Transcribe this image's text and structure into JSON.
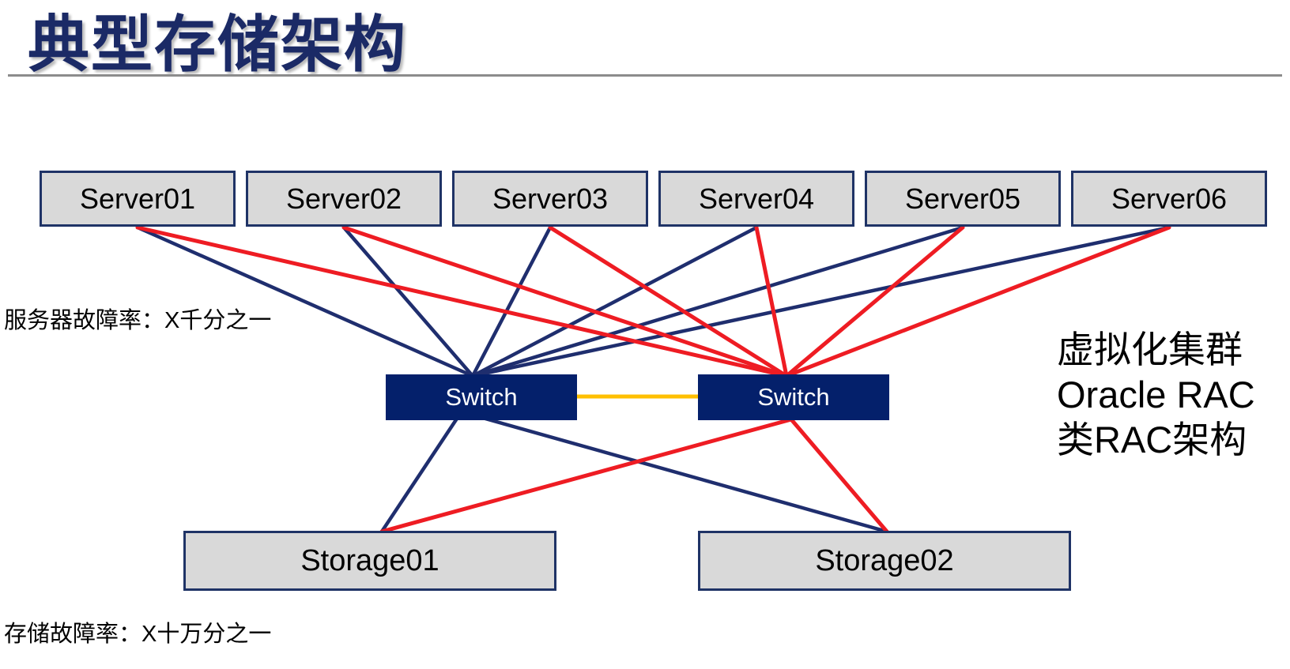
{
  "title": "典型存储架构",
  "labels": {
    "server_failure_rate": "服务器故障率：X千分之一",
    "storage_failure_rate": "存储故障率：X十万分之一"
  },
  "side_note": {
    "lines": [
      "虚拟化集群",
      "Oracle RAC",
      "类RAC架构"
    ]
  },
  "nodes": {
    "servers": [
      {
        "id": "server01",
        "label": "Server01"
      },
      {
        "id": "server02",
        "label": "Server02"
      },
      {
        "id": "server03",
        "label": "Server03"
      },
      {
        "id": "server04",
        "label": "Server04"
      },
      {
        "id": "server05",
        "label": "Server05"
      },
      {
        "id": "server06",
        "label": "Server06"
      }
    ],
    "switches": [
      {
        "id": "switchA",
        "label": "Switch"
      },
      {
        "id": "switchB",
        "label": "Switch"
      }
    ],
    "storages": [
      {
        "id": "storage01",
        "label": "Storage01"
      },
      {
        "id": "storage02",
        "label": "Storage02"
      }
    ]
  },
  "edges": [
    {
      "from": "server01.bottom",
      "to": "switchA.top",
      "color": "blue"
    },
    {
      "from": "server02.bottom",
      "to": "switchA.top",
      "color": "blue"
    },
    {
      "from": "server03.bottom",
      "to": "switchA.top",
      "color": "blue"
    },
    {
      "from": "server04.bottom",
      "to": "switchA.top",
      "color": "blue"
    },
    {
      "from": "server05.bottom",
      "to": "switchA.top",
      "color": "blue"
    },
    {
      "from": "server06.bottom",
      "to": "switchA.top",
      "color": "blue"
    },
    {
      "from": "server01.bottom",
      "to": "switchB.top",
      "color": "red"
    },
    {
      "from": "server02.bottom",
      "to": "switchB.top",
      "color": "red"
    },
    {
      "from": "server03.bottom",
      "to": "switchB.top",
      "color": "red"
    },
    {
      "from": "server04.bottom",
      "to": "switchB.top",
      "color": "red"
    },
    {
      "from": "server05.bottom",
      "to": "switchB.top",
      "color": "red"
    },
    {
      "from": "server06.bottom",
      "to": "switchB.top",
      "color": "red"
    },
    {
      "from": "switchA.bottomL",
      "to": "storage01.top",
      "color": "blue"
    },
    {
      "from": "switchA.bottomR",
      "to": "storage02.top",
      "color": "blue"
    },
    {
      "from": "switchB.bottom",
      "to": "storage01.top",
      "color": "red"
    },
    {
      "from": "switchB.bottom",
      "to": "storage02.top",
      "color": "red"
    },
    {
      "from": "switchA.right",
      "to": "switchB.left",
      "color": "yellow"
    }
  ],
  "colors": {
    "blue": "#1f2e6e",
    "red": "#ee1c23",
    "yellow": "#ffc000",
    "navy_fill": "#04206b",
    "box_fill": "#d9d9d9",
    "box_border": "#1f3366",
    "title_navy": "#1b2a66",
    "rule_gray": "#8c8c8c"
  }
}
